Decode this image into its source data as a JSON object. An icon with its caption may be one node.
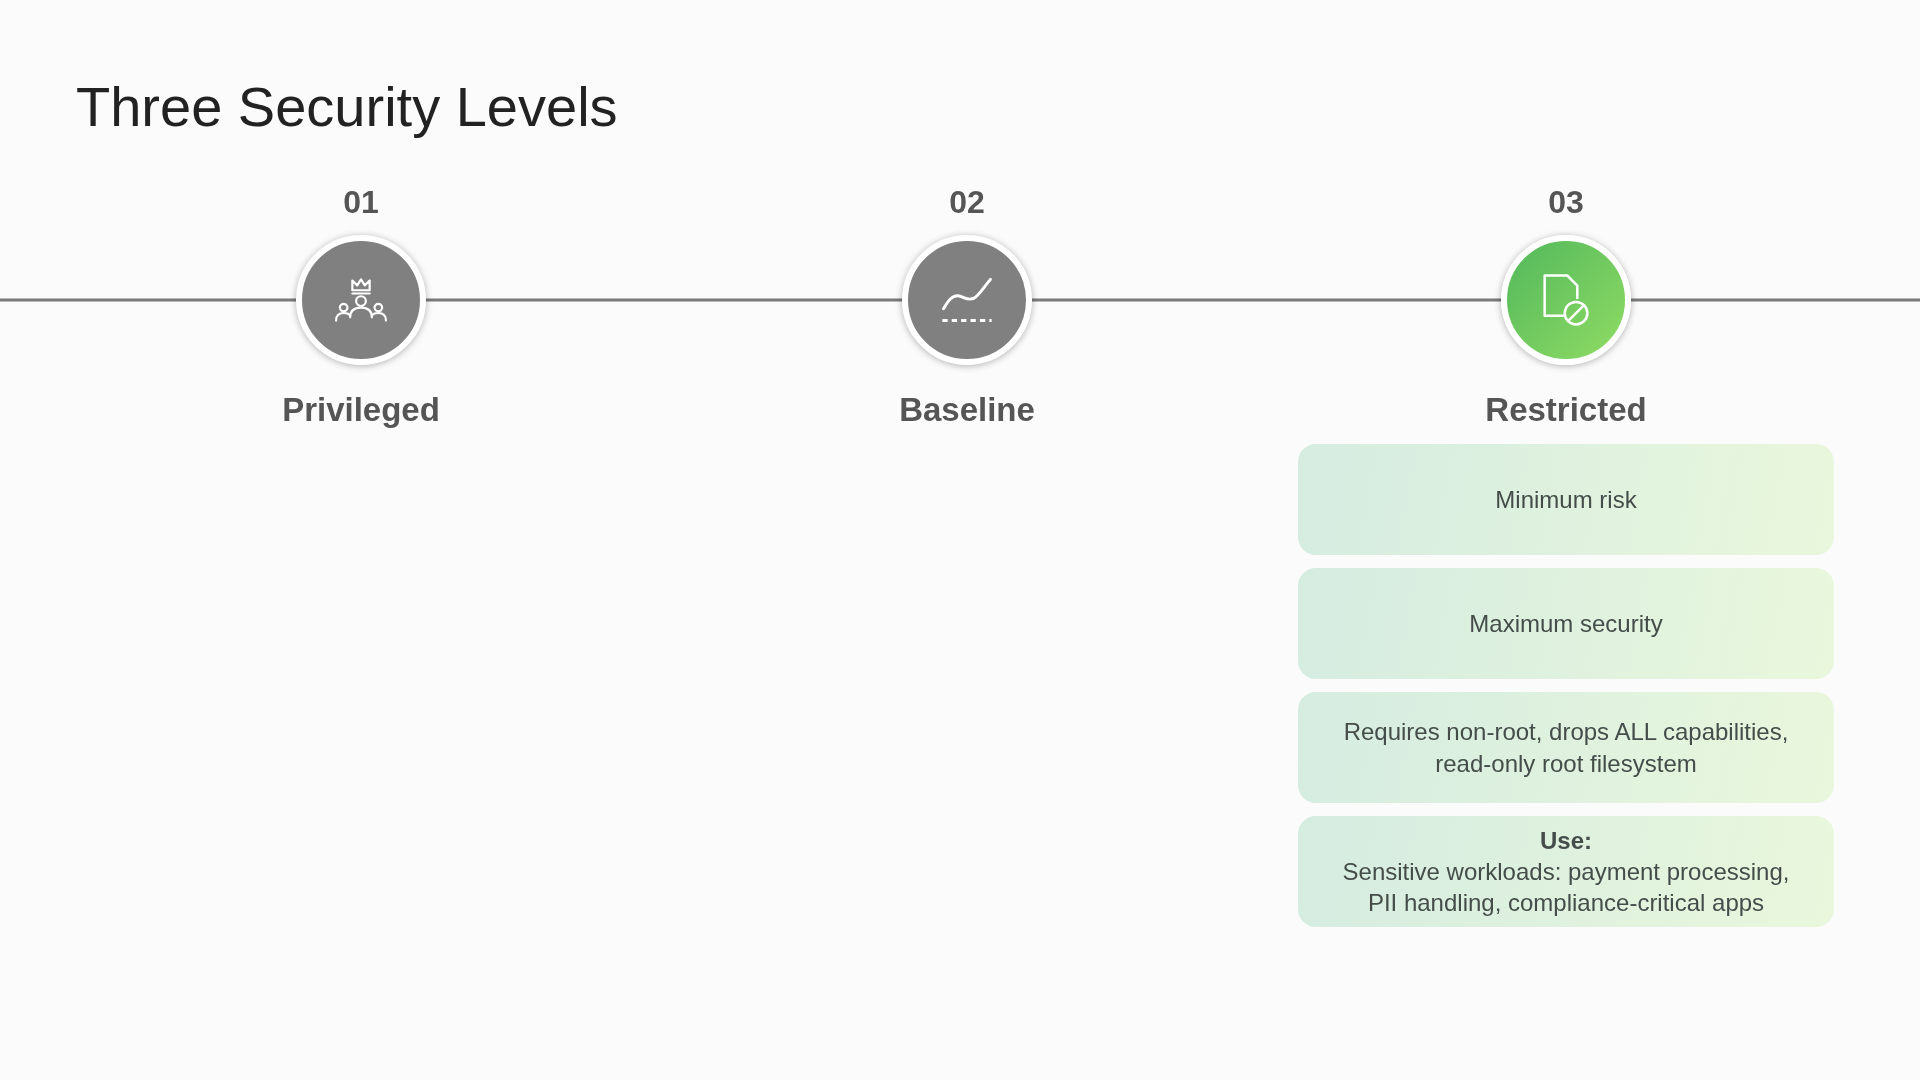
{
  "diagram": {
    "title": "Three Security Levels",
    "nodes": [
      {
        "text": [],
        "shape": "circle",
        "beside": [
          "01",
          "Privileged"
        ]
      },
      {
        "text": [],
        "shape": "circle",
        "beside": [
          "02",
          "Baseline"
        ]
      },
      {
        "text": [],
        "shape": "circle",
        "beside": [
          "03",
          "Restricted"
        ]
      },
      {
        "text": [
          "Minimum risk"
        ]
      },
      {
        "text": [
          "Maximum security"
        ]
      },
      {
        "text": [
          "Requires non-root, drops ALL capabilities, read-only root filesystem"
        ]
      },
      {
        "text": [
          "Use:",
          "Sensitive workloads: payment processing, PII handling, compliance-critical apps"
        ]
      }
    ],
    "edges": [
      {
        "from": null,
        "to": 0,
        "arrow": "none"
      },
      {
        "from": 0,
        "to": 1,
        "arrow": "none"
      },
      {
        "from": 1,
        "to": 2,
        "arrow": "none"
      },
      {
        "from": 2,
        "to": null,
        "arrow": "none"
      }
    ]
  }
}
